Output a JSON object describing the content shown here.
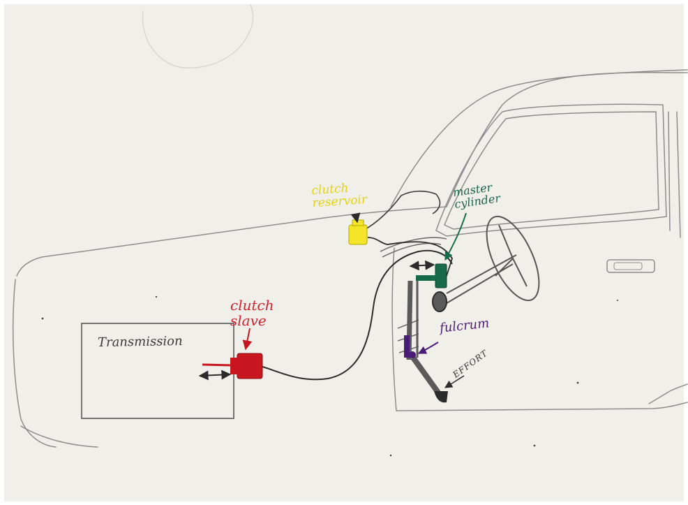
{
  "labels": {
    "clutch_reservoir": "clutch reservoir",
    "master_cylinder": "master cylinder",
    "clutch_slave": "clutch slave",
    "fulcrum": "fulcrum",
    "effort": "EFFORT",
    "transmission": "Transmission"
  },
  "colors": {
    "paper": "#f1efe9",
    "pencil": "#8c8c8c",
    "ink": "#2b2b2b",
    "reservoir_yellow": "#f2e52a",
    "master_green": "#176b4a",
    "slave_red": "#c9151f",
    "fulcrum_purple": "#4a1c78"
  }
}
